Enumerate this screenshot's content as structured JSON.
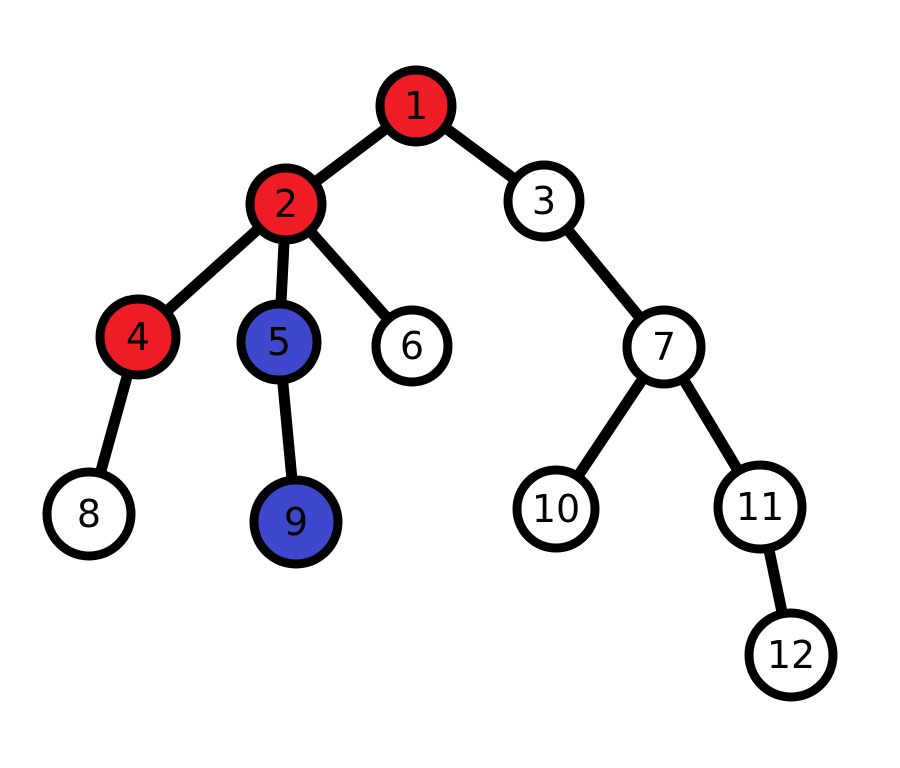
{
  "tree": {
    "colors": {
      "red": "#ee1c25",
      "blue": "#3f48cc",
      "white": "#ffffff",
      "stroke": "#000000"
    },
    "nodes": [
      {
        "id": "1",
        "label": "1",
        "color": "red"
      },
      {
        "id": "2",
        "label": "2",
        "color": "red"
      },
      {
        "id": "3",
        "label": "3",
        "color": "white"
      },
      {
        "id": "4",
        "label": "4",
        "color": "red"
      },
      {
        "id": "5",
        "label": "5",
        "color": "blue"
      },
      {
        "id": "6",
        "label": "6",
        "color": "white"
      },
      {
        "id": "7",
        "label": "7",
        "color": "white"
      },
      {
        "id": "8",
        "label": "8",
        "color": "white"
      },
      {
        "id": "9",
        "label": "9",
        "color": "blue"
      },
      {
        "id": "10",
        "label": "10",
        "color": "white"
      },
      {
        "id": "11",
        "label": "11",
        "color": "white"
      },
      {
        "id": "12",
        "label": "12",
        "color": "white"
      }
    ],
    "edges": [
      [
        "1",
        "2"
      ],
      [
        "1",
        "3"
      ],
      [
        "2",
        "4"
      ],
      [
        "2",
        "5"
      ],
      [
        "2",
        "6"
      ],
      [
        "3",
        "7"
      ],
      [
        "4",
        "8"
      ],
      [
        "5",
        "9"
      ],
      [
        "7",
        "10"
      ],
      [
        "7",
        "11"
      ],
      [
        "11",
        "12"
      ]
    ]
  }
}
